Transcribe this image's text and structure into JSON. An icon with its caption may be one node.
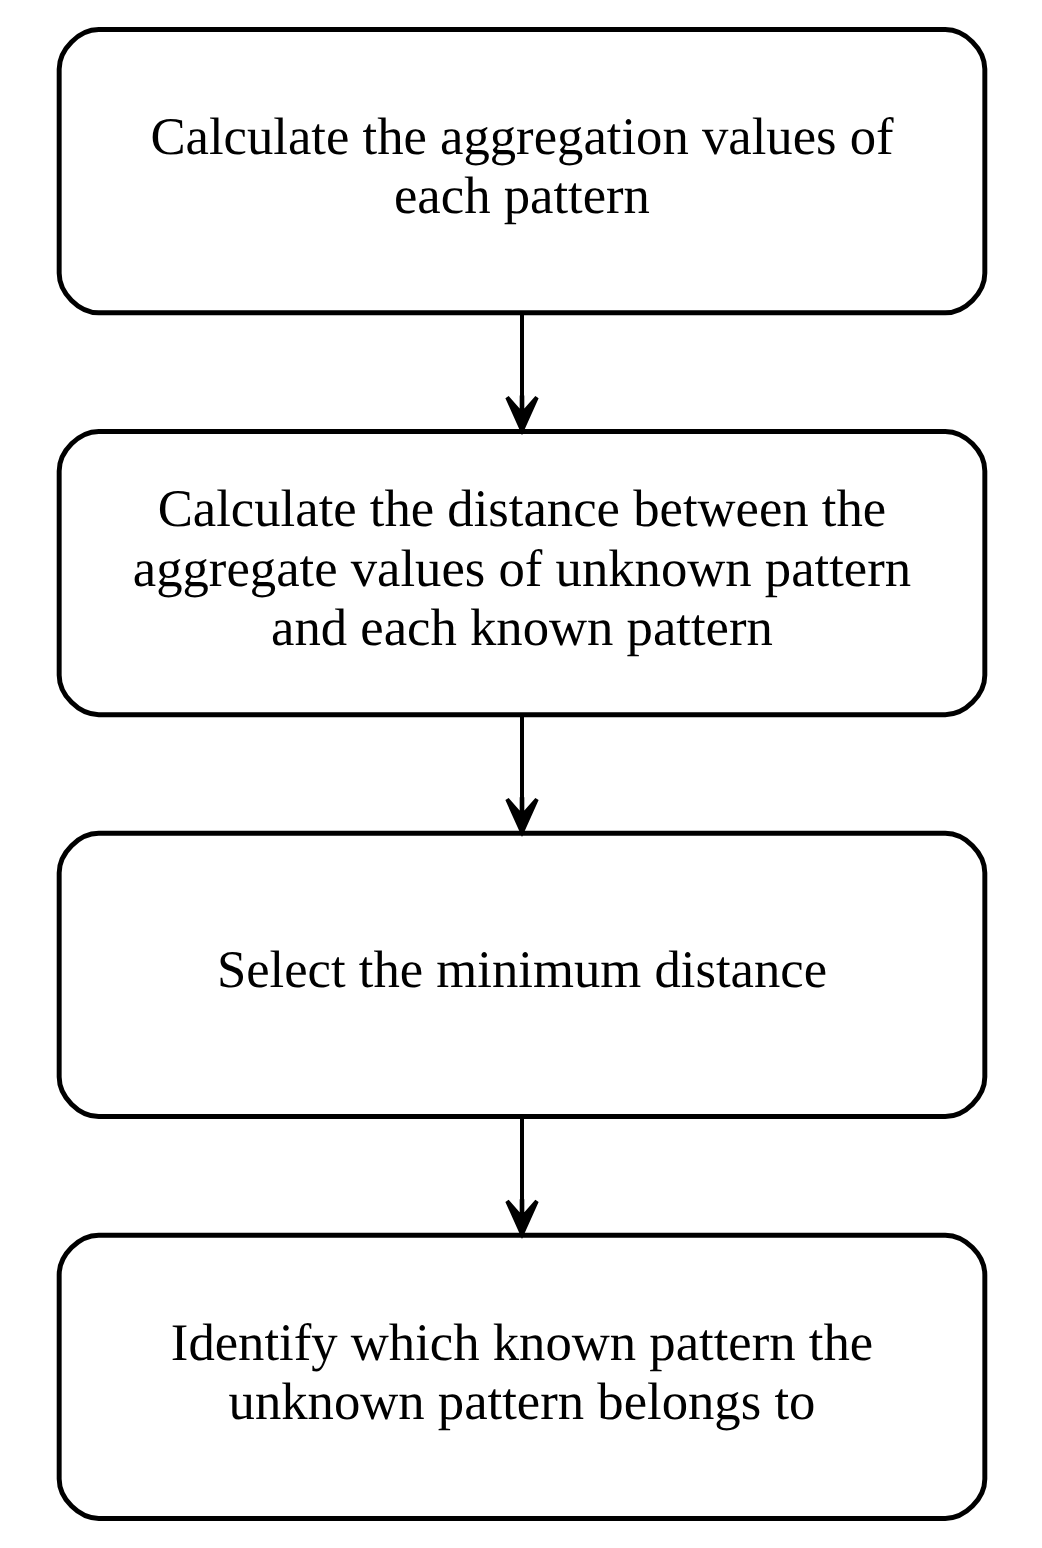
{
  "diagram": {
    "nodes": [
      {
        "text": [
          "Calculate the aggregation values of each pattern"
        ]
      },
      {
        "text": [
          "Calculate the distance between the aggregate values of unknown pattern and each known pattern"
        ]
      },
      {
        "text": [
          "Select the minimum distance"
        ]
      },
      {
        "text": [
          "Identify which known pattern the unknown pattern belongs to"
        ]
      }
    ],
    "edges": [
      {
        "from": 0,
        "to": 1,
        "arrow": "to"
      },
      {
        "from": 1,
        "to": 2,
        "arrow": "to"
      },
      {
        "from": 2,
        "to": 3,
        "arrow": "to"
      }
    ]
  }
}
